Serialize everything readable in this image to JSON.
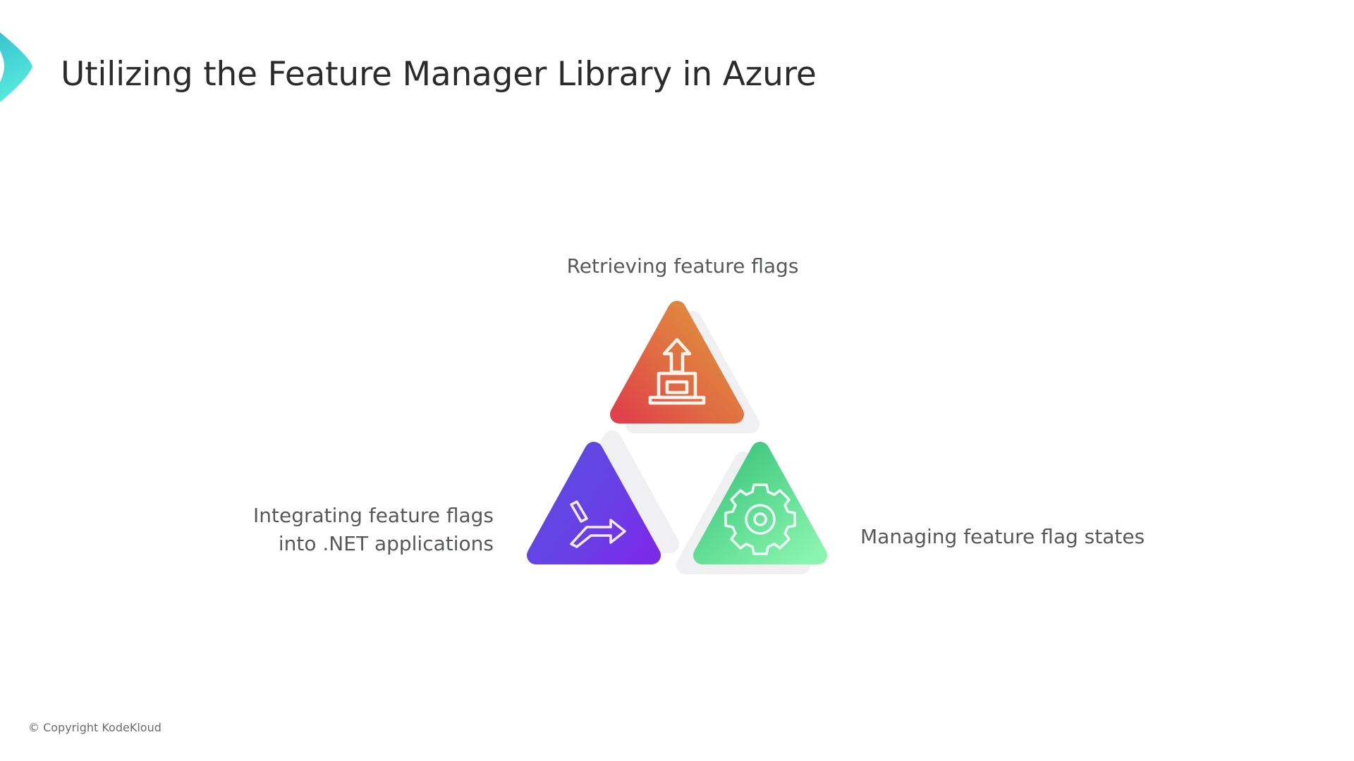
{
  "slide": {
    "title": "Utilizing the Feature Manager Library in Azure",
    "copyright": "© Copyright KodeKloud",
    "background_color": "#ffffff",
    "title_color": "#2b2b2b",
    "label_color": "#57585a"
  },
  "brand_mark": {
    "icon": "chevron-right-mark",
    "gradient_from": "#2fb6c9",
    "gradient_to": "#55eede"
  },
  "diagram": {
    "type": "triangle-cluster",
    "shadow_color": "#f0f0f2",
    "nodes": [
      {
        "id": "retrieve",
        "label": "Retrieving feature flags",
        "icon": "upload-box-icon",
        "gradient_from": "#e0414a",
        "gradient_to": "#e08f3c",
        "shadow_offset": "bottom-right",
        "label_position": "top"
      },
      {
        "id": "integrate",
        "label": "Integrating feature flags\ninto .NET applications",
        "icon": "branch-merge-arrow-icon",
        "gradient_from": "#5a4ce0",
        "gradient_to": "#7a2be8",
        "shadow_offset": "top-right",
        "label_position": "left"
      },
      {
        "id": "manage",
        "label": "Managing feature flag states",
        "icon": "gear-icon",
        "gradient_from": "#3cc47c",
        "gradient_to": "#8bf5b0",
        "shadow_offset": "bottom-left",
        "label_position": "right"
      }
    ]
  }
}
